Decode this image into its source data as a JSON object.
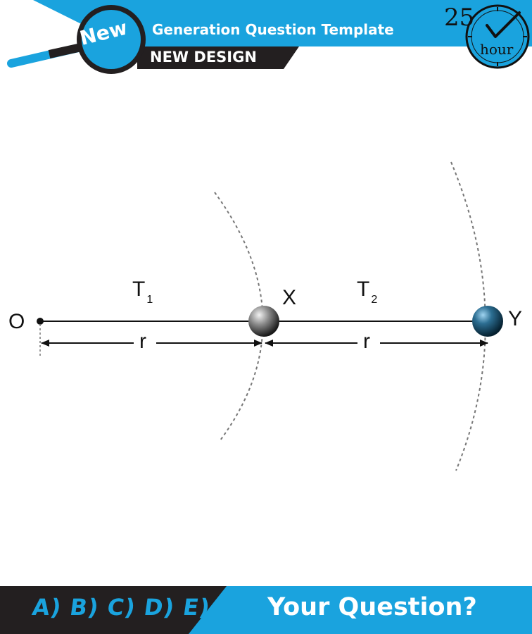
{
  "header": {
    "badge": "New",
    "title": "Generation Question Template",
    "subtitle": "NEW DESIGN",
    "clock_number": "25",
    "clock_unit": "hour"
  },
  "diagram": {
    "origin_label": "O",
    "point_x_label": "X",
    "point_y_label": "Y",
    "tension_1": {
      "letter": "T",
      "sub": "1"
    },
    "tension_2": {
      "letter": "T",
      "sub": "2"
    },
    "radius_label_1": "r",
    "radius_label_2": "r"
  },
  "footer": {
    "answers": "A) B) C) D) E)",
    "question": "Your Question?"
  },
  "colors": {
    "accent": "#1aa3de",
    "dark": "#231f20"
  }
}
